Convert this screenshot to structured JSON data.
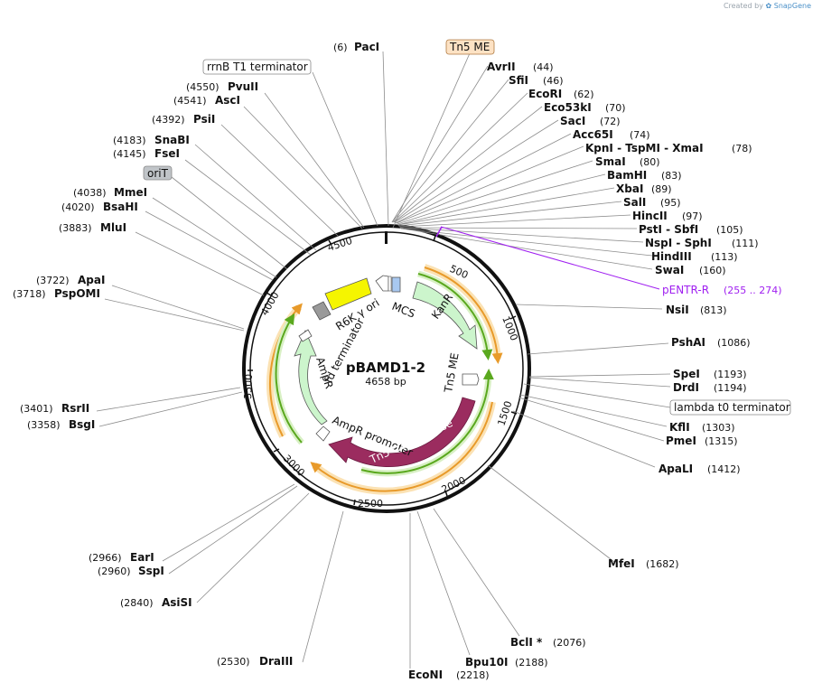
{
  "credit": {
    "prefix": "Created by",
    "brand": "SnapGene"
  },
  "plasmid": {
    "name": "pBAMD1-2",
    "length_label": "4658 bp",
    "length": 4658
  },
  "ticks": [
    "500",
    "1000",
    "1500",
    "2000",
    "2500",
    "3000",
    "3500",
    "4000",
    "4500"
  ],
  "sites_right": [
    {
      "name": "AvrII",
      "pos": "(44)"
    },
    {
      "name": "SfiI",
      "pos": "(46)"
    },
    {
      "name": "EcoRI",
      "pos": "(62)"
    },
    {
      "name": "Eco53kI",
      "pos": "(70)"
    },
    {
      "name": "SacI",
      "pos": "(72)"
    },
    {
      "name": "Acc65I",
      "pos": "(74)"
    },
    {
      "name": "KpnI  -  TspMI  -  XmaI",
      "pos": "(78)"
    },
    {
      "name": "SmaI",
      "pos": "(80)"
    },
    {
      "name": "BamHI",
      "pos": "(83)"
    },
    {
      "name": "XbaI",
      "pos": "(89)"
    },
    {
      "name": "SalI",
      "pos": "(95)"
    },
    {
      "name": "HincII",
      "pos": "(97)"
    },
    {
      "name": "PstI  -  SbfI",
      "pos": "(105)"
    },
    {
      "name": "NspI  -  SphI",
      "pos": "(111)"
    },
    {
      "name": "HindIII",
      "pos": "(113)"
    },
    {
      "name": "SwaI",
      "pos": "(160)"
    },
    {
      "name": "NsiI",
      "pos": "(813)"
    },
    {
      "name": "PshAI",
      "pos": "(1086)"
    },
    {
      "name": "SpeI",
      "pos": "(1193)"
    },
    {
      "name": "DrdI",
      "pos": "(1194)"
    },
    {
      "name": "KflI",
      "pos": "(1303)"
    },
    {
      "name": "PmeI",
      "pos": "(1315)"
    },
    {
      "name": "ApaLI",
      "pos": "(1412)"
    },
    {
      "name": "MfeI",
      "pos": "(1682)"
    },
    {
      "name": "BclI *",
      "pos": "(2076)"
    },
    {
      "name": "Bpu10I",
      "pos": "(2188)"
    },
    {
      "name": "EcoNI",
      "pos": "(2218)"
    }
  ],
  "sites_left": [
    {
      "name": "PacI",
      "pos": "(6)"
    },
    {
      "name": "PvuII",
      "pos": "(4550)"
    },
    {
      "name": "AscI",
      "pos": "(4541)"
    },
    {
      "name": "PsiI",
      "pos": "(4392)"
    },
    {
      "name": "SnaBI",
      "pos": "(4183)"
    },
    {
      "name": "FseI",
      "pos": "(4145)"
    },
    {
      "name": "MmeI",
      "pos": "(4038)"
    },
    {
      "name": "BsaHI",
      "pos": "(4020)"
    },
    {
      "name": "MluI",
      "pos": "(3883)"
    },
    {
      "name": "ApaI",
      "pos": "(3722)"
    },
    {
      "name": "PspOMI",
      "pos": "(3718)"
    },
    {
      "name": "RsrII",
      "pos": "(3401)"
    },
    {
      "name": "BsgI",
      "pos": "(3358)"
    },
    {
      "name": "EarI",
      "pos": "(2966)"
    },
    {
      "name": "SspI",
      "pos": "(2960)"
    },
    {
      "name": "AsiSI",
      "pos": "(2840)"
    },
    {
      "name": "DraIII",
      "pos": "(2530)"
    }
  ],
  "boxed_labels": {
    "tn5me_top": "Tn5 ME",
    "rrnb": "rrnB T1 terminator",
    "orit": "oriT",
    "lambda": "lambda t0 terminator"
  },
  "primer": {
    "name": "pENTR-R",
    "range": "(255 .. 274)",
    "color": "#a020f0"
  },
  "features": {
    "r6k": "R6K γ ori",
    "mcs": "MCS",
    "kanr": "KanR",
    "tn5me": "Tn5 ME",
    "fd": "fd terminator",
    "ampr": "AmpR",
    "ampr_promoter": "AmpR promoter",
    "transposase": "Tn5 transposase"
  },
  "colors": {
    "ori": "#f5f500",
    "kanr": "#ccf5cc",
    "ampr": "#ccf5cc",
    "transposase": "#9b2c5f",
    "mcs": "#a8c8f0",
    "orf_orange": "#e89a2a",
    "orf_orange_halo": "#fbe2b4",
    "orf_green": "#5aa81e",
    "orf_green_halo": "#d8f0c4",
    "tn5me_box": "#fde2c4"
  }
}
